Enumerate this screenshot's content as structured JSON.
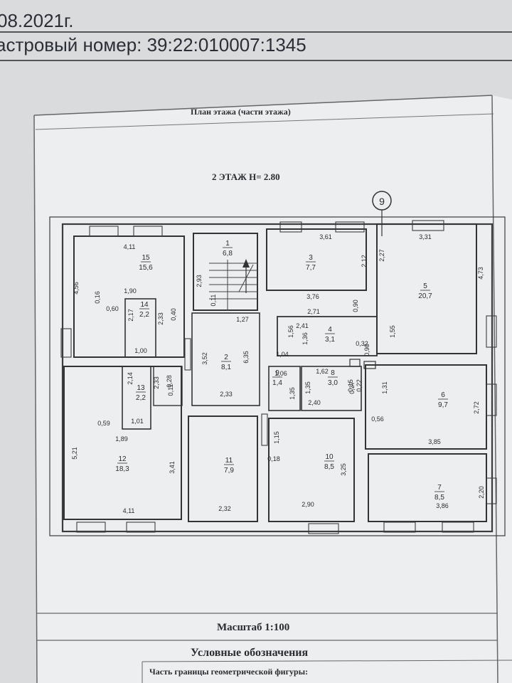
{
  "header": {
    "line1": "08.2021г.",
    "line2": "астровый номер: 39:22:010007:1345"
  },
  "plan": {
    "title": "План этажа (части этажа)",
    "floor_label": "2 ЭТАЖ  H= 2.80",
    "axis_marker": "9",
    "scale": "Масштаб 1:100",
    "legend_title": "Условные обозначения",
    "legend_item": "Часть границы геометрической фигуры:"
  },
  "rooms": [
    {
      "num": "1",
      "area": "6,8"
    },
    {
      "num": "2",
      "area": "8,1"
    },
    {
      "num": "3",
      "area": "7,7"
    },
    {
      "num": "4",
      "area": "3,1"
    },
    {
      "num": "5",
      "area": "20,7"
    },
    {
      "num": "6",
      "area": "9,7"
    },
    {
      "num": "7",
      "area": "8,5"
    },
    {
      "num": "8",
      "area": "3,0"
    },
    {
      "num": "9",
      "area": "1,4"
    },
    {
      "num": "10",
      "area": "8,5"
    },
    {
      "num": "11",
      "area": "7,9"
    },
    {
      "num": "12",
      "area": "18,3"
    },
    {
      "num": "13",
      "area": "2,2"
    },
    {
      "num": "14",
      "area": "2,2"
    },
    {
      "num": "15",
      "area": "15,6"
    }
  ],
  "dimensions": {
    "h": [
      "4,11",
      "1,90",
      "0,60",
      "1,00",
      "1,27",
      "3,61",
      "3,76",
      "2,71",
      "2,41",
      "1,04",
      "3,31",
      "1,06",
      "1,62",
      "2,40",
      "0,32",
      "2,33",
      "1,89",
      "0,59",
      "1,01",
      "4,11",
      "2,32",
      "2,90",
      "0,56",
      "3,85",
      "3,86",
      "0,18"
    ],
    "v": [
      "4,56",
      "0,16",
      "2,17",
      "2,33",
      "0,40",
      "2,93",
      "0,11",
      "3,52",
      "6,35",
      "1,56",
      "1,36",
      "0,90",
      "2,12",
      "2,27",
      "1,55",
      "4,73",
      "0,90",
      "1,35",
      "1,35",
      "0,15",
      "2,14",
      "2,33",
      "0,28",
      "0,11",
      "5,21",
      "3,41",
      "1,15",
      "3,25",
      "1,31",
      "0,22",
      "2,72",
      "2,20",
      "0,37"
    ]
  }
}
